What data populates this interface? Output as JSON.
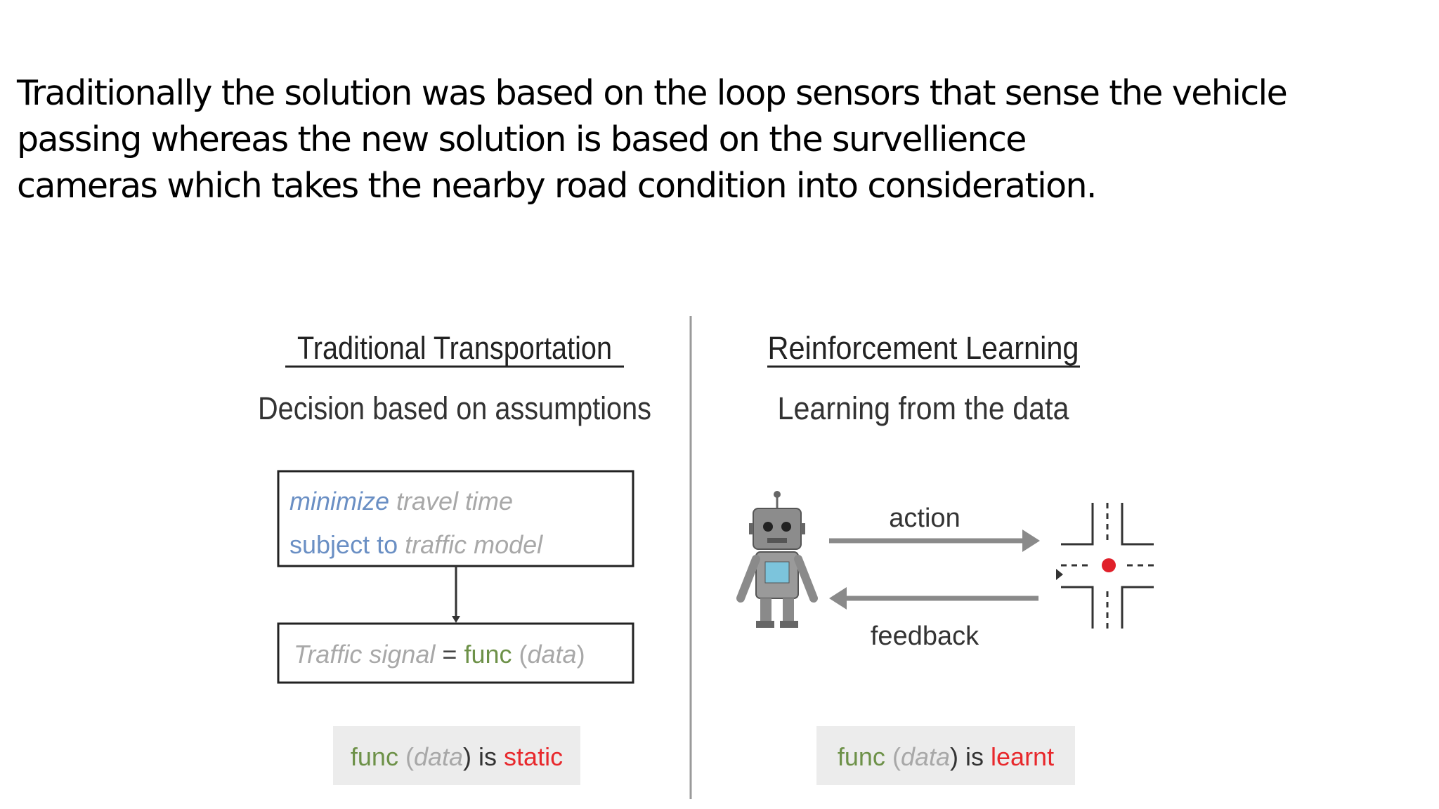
{
  "slide": {
    "text_lines": [
      "Traditionally the solution was based on the loop sensors that sense the vehicle",
      "passing whereas the new solution is based on the survellience",
      "cameras which takes the nearby road condition into consideration."
    ]
  },
  "diagram": {
    "left": {
      "title": "Traditional Transportation",
      "subtitle": "Decision based on assumptions",
      "box1": {
        "line1_keyword": "minimize",
        "line1_rest": " travel time",
        "line2_keyword": "subject to",
        "line2_rest": " traffic model"
      },
      "box2": {
        "part1": "Traffic signal",
        "equals": " = ",
        "func": "func",
        "paren_open": " (",
        "arg": "data",
        "paren_close": ")"
      },
      "caption": {
        "func": "func",
        "paren_open": " (",
        "arg": "data",
        "paren_close": ")",
        "is": " is ",
        "word": "static"
      }
    },
    "right": {
      "title": "Reinforcement Learning",
      "subtitle": "Learning from the data",
      "action_label": "action",
      "feedback_label": "feedback",
      "caption": {
        "func": "func",
        "paren_open": " (",
        "arg": "data",
        "paren_close": ")",
        "is": " is ",
        "word": "learnt"
      }
    },
    "colors": {
      "blue_keyword": "#6a8fc4",
      "grey_italic": "#a8a8a8",
      "green_func": "#6d9148",
      "red_word": "#e8282c",
      "caption_bg": "#ececec",
      "arrow": "#8a8a8a",
      "signal_red": "#e0202a"
    }
  }
}
